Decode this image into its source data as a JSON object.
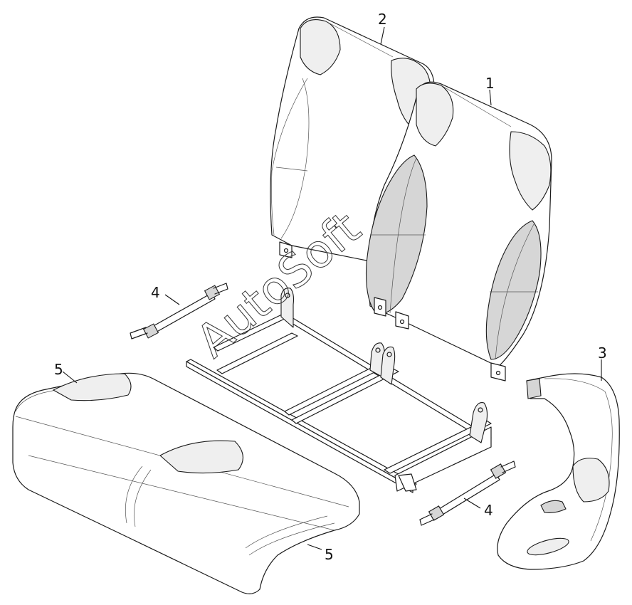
{
  "watermark": {
    "text": "AutoSoft"
  },
  "callouts": [
    {
      "id": "c1",
      "label": "1"
    },
    {
      "id": "c2",
      "label": "2"
    },
    {
      "id": "c3",
      "label": "3"
    },
    {
      "id": "c4a",
      "label": "4"
    },
    {
      "id": "c4b",
      "label": "4"
    },
    {
      "id": "c5a",
      "label": "5"
    },
    {
      "id": "c5b",
      "label": "5"
    }
  ]
}
